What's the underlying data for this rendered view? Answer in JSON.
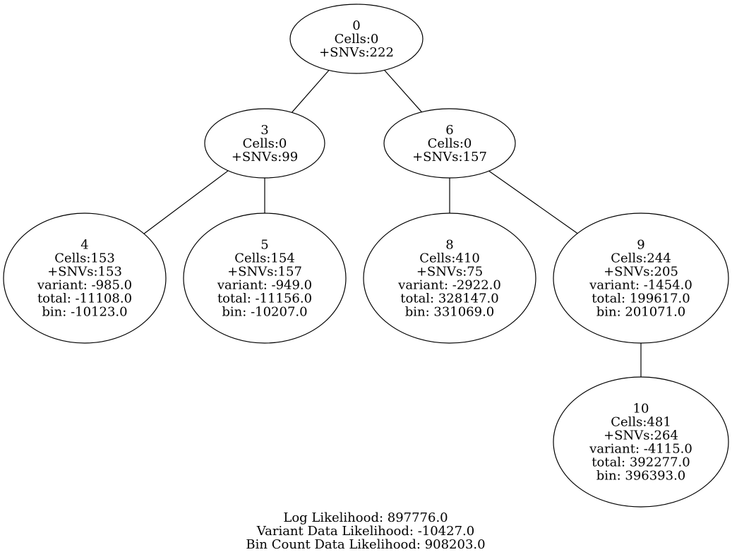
{
  "nodes": {
    "n0": [
      "0",
      "Cells:0",
      "+SNVs:222"
    ],
    "n3": [
      "3",
      "Cells:0",
      "+SNVs:99"
    ],
    "n6": [
      "6",
      "Cells:0",
      "+SNVs:157"
    ],
    "n4": [
      "4",
      "Cells:153",
      "+SNVs:153",
      "variant: -985.0",
      "total: -11108.0",
      "bin: -10123.0"
    ],
    "n5": [
      "5",
      "Cells:154",
      "+SNVs:157",
      "variant: -949.0",
      "total: -11156.0",
      "bin: -10207.0"
    ],
    "n8": [
      "8",
      "Cells:410",
      "+SNVs:75",
      "variant: -2922.0",
      "total: 328147.0",
      "bin: 331069.0"
    ],
    "n9": [
      "9",
      "Cells:244",
      "+SNVs:205",
      "variant: -1454.0",
      "total: 199617.0",
      "bin: 201071.0"
    ],
    "n10": [
      "10",
      "Cells:481",
      "+SNVs:264",
      "variant: -4115.0",
      "total: 392277.0",
      "bin: 396393.0"
    ]
  },
  "edges": [
    [
      "n0",
      "n3"
    ],
    [
      "n0",
      "n6"
    ],
    [
      "n3",
      "n4"
    ],
    [
      "n3",
      "n5"
    ],
    [
      "n6",
      "n8"
    ],
    [
      "n6",
      "n9"
    ],
    [
      "n9",
      "n10"
    ]
  ],
  "footer": [
    "Log Likelihood: 897776.0",
    "Variant Data Likelihood: -10427.0",
    "Bin Count Data Likelihood: 908203.0"
  ]
}
